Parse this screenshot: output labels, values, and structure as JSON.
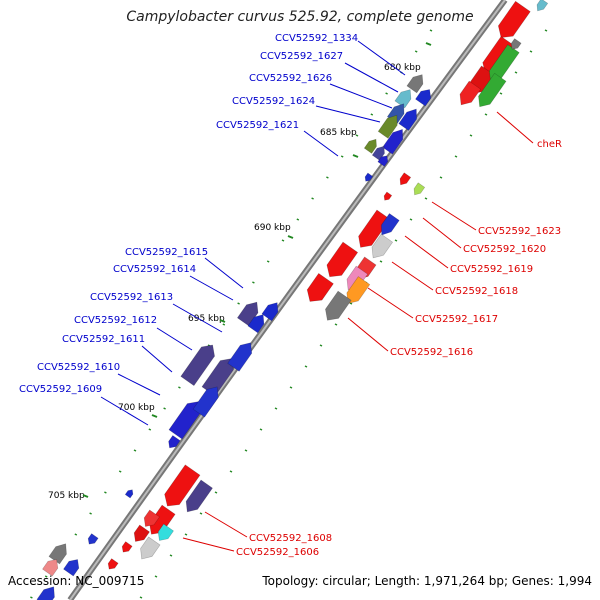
{
  "title": "Campylobacter curvus 525.92, complete genome",
  "footer": {
    "accession": "Accession: NC_009715",
    "summary": "Topology: circular; Length: 1,971,264 bp; Genes: 1,994"
  },
  "colors": {
    "backbone": "#888888",
    "forward_label": "#0000cc",
    "reverse_label": "#dd0000",
    "tick": "#228822"
  },
  "ticks": [
    {
      "label": "680 kbp"
    },
    {
      "label": "685 kbp"
    },
    {
      "label": "690 kbp"
    },
    {
      "label": "695 kbp"
    },
    {
      "label": "700 kbp"
    },
    {
      "label": "705 kbp"
    }
  ],
  "forward_labels": [
    "CCV52592_1334",
    "CCV52592_1627",
    "CCV52592_1626",
    "CCV52592_1624",
    "CCV52592_1621",
    "CCV52592_1615",
    "CCV52592_1614",
    "CCV52592_1613",
    "CCV52592_1612",
    "CCV52592_1611",
    "CCV52592_1610",
    "CCV52592_1609"
  ],
  "reverse_labels": [
    "cheR",
    "CCV52592_1623",
    "CCV52592_1620",
    "CCV52592_1619",
    "CCV52592_1618",
    "CCV52592_1617",
    "CCV52592_1616",
    "CCV52592_1608",
    "CCV52592_1606"
  ]
}
